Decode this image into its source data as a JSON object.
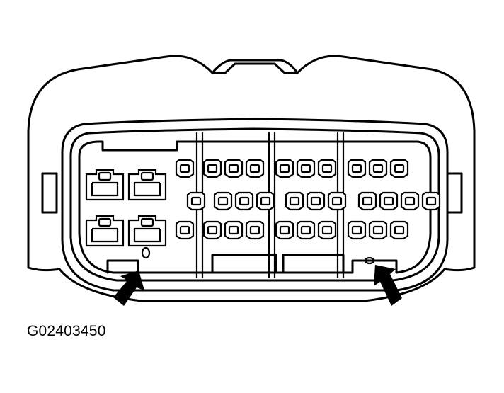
{
  "figure": {
    "caption_id": "G02403450",
    "stroke_color": "#000000",
    "fill_color": "#ffffff",
    "arrow_color": "#000000"
  },
  "connector": {
    "large_terminal_count": 4,
    "small_terminal_rows": [
      10,
      11,
      10
    ],
    "locator_arrows": 2
  }
}
